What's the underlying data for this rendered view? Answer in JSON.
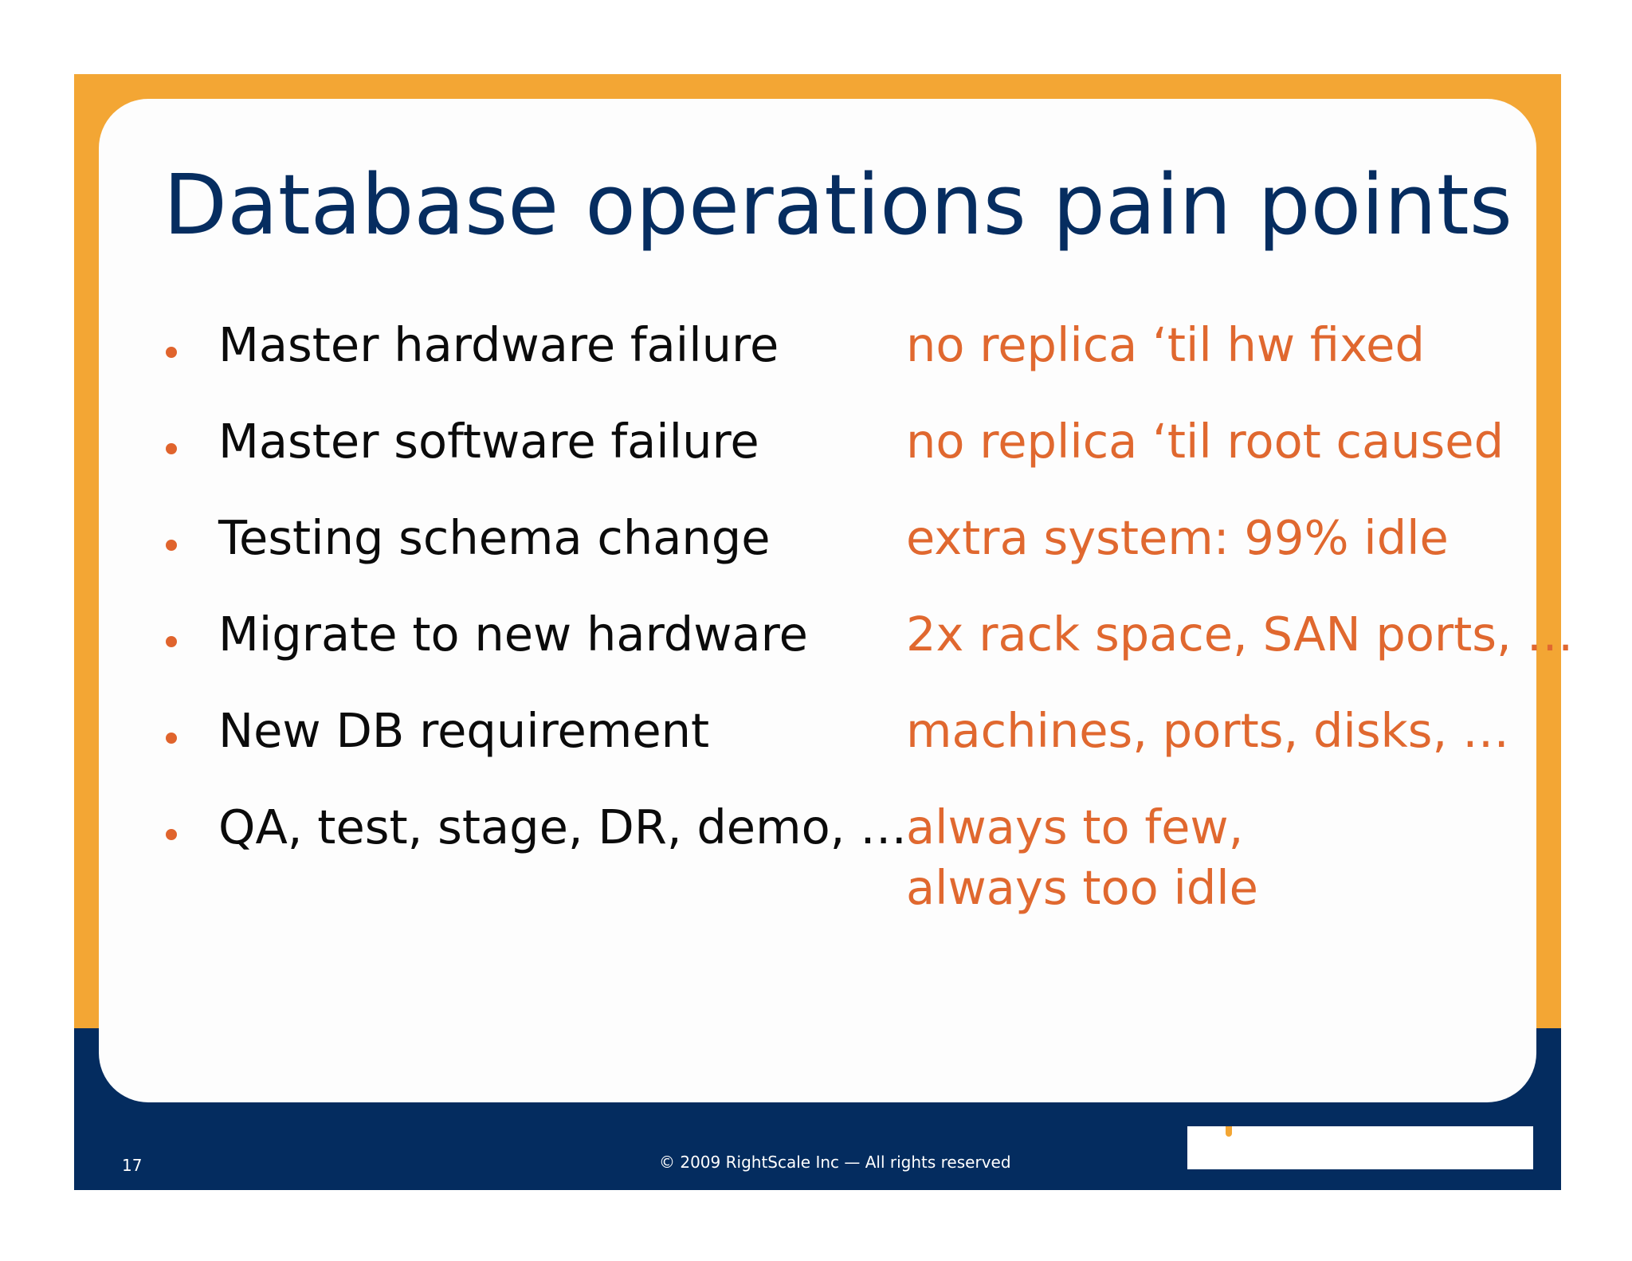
{
  "slide": {
    "title": "Database operations pain points",
    "bullets": [
      {
        "left": "Master hardware failure",
        "right": [
          "no replica ‘til hw fixed"
        ]
      },
      {
        "left": "Master software failure",
        "right": [
          "no replica ‘til root caused"
        ]
      },
      {
        "left": "Testing schema change",
        "right": [
          "extra system: 99% idle"
        ]
      },
      {
        "left": "Migrate to new hardware",
        "right": [
          "2x rack space, SAN ports, …"
        ]
      },
      {
        "left": "New DB requirement",
        "right": [
          "machines, ports, disks, …"
        ]
      },
      {
        "left": "QA, test, stage, DR, demo, …",
        "right": [
          "always to few,",
          "always too idle"
        ]
      }
    ],
    "footer": {
      "page_number": "17",
      "copyright": "© 2009 RightScale Inc — All rights reserved"
    }
  },
  "colors": {
    "frame_orange": "#f3a634",
    "footer_navy": "#042c5f",
    "title_navy": "#062d60",
    "accent_orange": "#e0682f",
    "body_text": "#0b0b0b"
  }
}
